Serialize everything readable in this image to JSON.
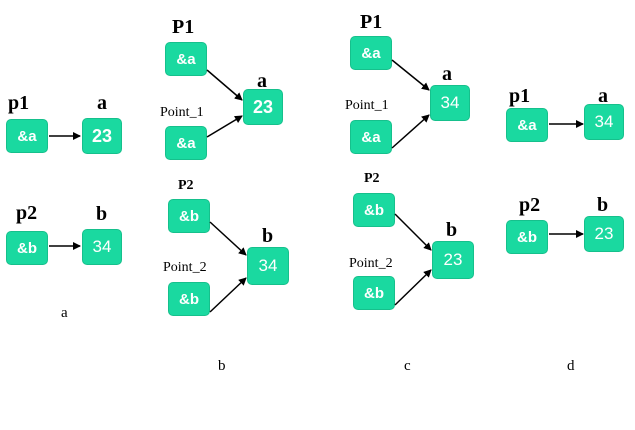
{
  "panel_a": {
    "p1": "p1",
    "p1_box": "&a",
    "a": "a",
    "a_box": "23",
    "p2": "p2",
    "p2_box": "&b",
    "b": "b",
    "b_box": "34",
    "caption": "a"
  },
  "panel_b": {
    "P1": "P1",
    "P1_box": "&a",
    "Point_1": "Point_1",
    "Point_1_box": "&a",
    "a": "a",
    "a_box": "23",
    "P2": "P2",
    "P2_box": "&b",
    "Point_2": "Point_2",
    "Point_2_box": "&b",
    "b": "b",
    "b_box": "34",
    "caption": "b"
  },
  "panel_c": {
    "P1": "P1",
    "P1_box": "&a",
    "Point_1": "Point_1",
    "Point_1_box": "&a",
    "a": "a",
    "a_box": "34",
    "P2": "P2",
    "P2_box": "&b",
    "Point_2": "Point_2",
    "Point_2_box": "&b",
    "b": "b",
    "b_box": "23",
    "caption": "c"
  },
  "panel_d": {
    "p1": "p1",
    "p1_box": "&a",
    "a": "a",
    "a_box": "34",
    "p2": "p2",
    "p2_box": "&b",
    "b": "b",
    "b_box": "23",
    "caption": "d"
  },
  "colors": {
    "box_fill": "#1ad9a0",
    "box_text": "#ffffff",
    "arrow": "#000000"
  }
}
